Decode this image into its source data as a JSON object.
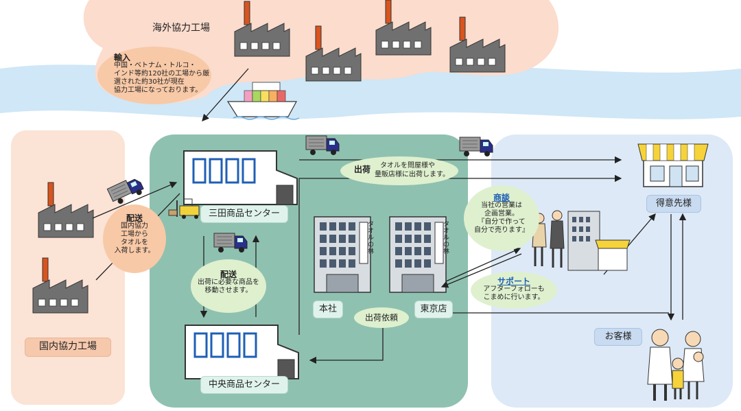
{
  "regions": {
    "overseas_factories": "海外協力工場",
    "domestic_factories": "国内協力工場"
  },
  "import": {
    "title": "輸入",
    "lines": [
      "中国・ベトナム・トルコ・",
      "インド等約120社の工場から厳",
      "選された約30社が現在",
      "協力工場になっております。"
    ]
  },
  "delivery_domestic": {
    "title": "配送",
    "lines": [
      "国内協力",
      "工場から",
      "タオルを",
      "入荷します。"
    ]
  },
  "delivery_internal": {
    "title": "配送",
    "lines": [
      "出荷に必要な商品を",
      "移動させます。"
    ]
  },
  "shipping": {
    "title": "出荷",
    "lines": [
      "タオルを問屋様や",
      "量販店様に出荷します。"
    ]
  },
  "negotiation": {
    "title": "商談",
    "lines": [
      "当社の営業は",
      "企画営業。",
      "『自分で作って",
      "自分で売ります』"
    ]
  },
  "support": {
    "title": "サポート",
    "lines": [
      "アフターフォローも",
      "こまめに行います。"
    ]
  },
  "labels": {
    "sanda_center": "三田商品センター",
    "chuo_center": "中央商品センター",
    "head_office": "本社",
    "tokyo_branch": "東京店",
    "shipping_request": "出荷依頼",
    "business_clients": "得意先様",
    "customers": "お客様",
    "building_sign": "タオルの林"
  },
  "colors": {
    "sea": "#cfe7f6",
    "overseas_bg": "#fbdccd",
    "domestic_bg": "#fbe3d6",
    "company_bg": "#8fc1b0",
    "client_bg": "#dde9f6",
    "factory": "#707070",
    "chimney": "#d9541e",
    "truck": "#2a2f8a"
  }
}
